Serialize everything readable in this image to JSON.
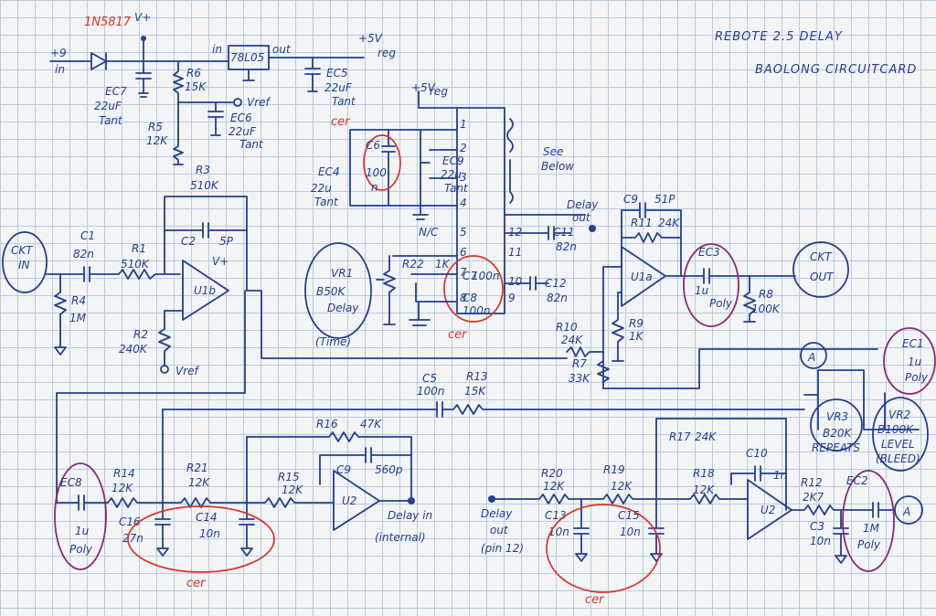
{
  "title": {
    "line1": "REBOTE 2.5 DELAY",
    "line2": "BAOLONG CIRCUITCARD"
  },
  "supply": {
    "vin": "+9",
    "vin2": "in",
    "vplus": "V+",
    "diode": "1N5817",
    "ec7": "EC7",
    "ec7v": "22uF",
    "ec7t": "Tant",
    "r6": "R6",
    "r6v": "15K",
    "r5": "R5",
    "r5v": "12K",
    "reg": "78L05",
    "reg_in": "in",
    "reg_out": "out",
    "ec5": "EC5",
    "ec5v": "22uF",
    "ec5t": "Tant",
    "vreg": "+5V",
    "vreg2": "reg",
    "vref": "Vref",
    "ec6": "EC6",
    "ec6v": "22uF",
    "ec6t": "Tant"
  },
  "ic": {
    "vreg": "+5V",
    "vreg2": "reg",
    "ec4": "EC4",
    "ec4v": "22u",
    "ec4t": "Tant",
    "c6": "C6",
    "c6v": "100",
    "c6u": "n",
    "ec9": "EC9",
    "ec9v": "22u",
    "ec9t": "Tant",
    "see": "See",
    "below": "Below",
    "nc": "N/C",
    "pins": [
      "1",
      "2",
      "3",
      "4",
      "5",
      "6",
      "7",
      "8",
      "9",
      "10",
      "11",
      "12"
    ],
    "c7": "C7",
    "c7v": "100n",
    "c8": "C8",
    "c8v": "100n",
    "r22": "R22",
    "r22v": "1K",
    "vr1": "VR1",
    "vr1v": "B50K",
    "vr1n": "Delay",
    "vr1t": "(Time)",
    "c11": "C11",
    "c11v": "82n",
    "c12": "C12",
    "c12v": "82n",
    "delayout": "Delay",
    "delayout2": "out",
    "cer": "cer"
  },
  "input": {
    "ckt_in": "CKT",
    "ckt_in2": "IN",
    "c1": "C1",
    "c1v": "82n",
    "r1": "R1",
    "r1v": "510K",
    "r4": "R4",
    "r4v": "1M",
    "r3": "R3",
    "r3v": "510K",
    "c2": "C2",
    "c2v": "5P",
    "u1b": "U1b",
    "vplus": "V+",
    "r2": "R2",
    "r2v": "240K",
    "vref": "Vref"
  },
  "output": {
    "c9": "C9",
    "c9v": "51P",
    "r11": "R11",
    "r11v": "24K",
    "u1a": "U1a",
    "ec3": "EC3",
    "ec3v": "1u",
    "ec3p": "Poly",
    "r8": "R8",
    "r8v": "100K",
    "ckt_out": "CKT",
    "ckt_out2": "OUT",
    "r10": "R10",
    "r10v": "24K",
    "r9": "R9",
    "r9v": "1K",
    "r7": "R7",
    "r7v": "33K"
  },
  "feedback": {
    "a": "A",
    "ec1": "EC1",
    "ec1v": "1u",
    "ec1p": "Poly",
    "vr3": "VR3",
    "vr3v": "B20K",
    "vr3n": "REPEATS",
    "vr2": "VR2",
    "vr2v": "B100K",
    "vr2n": "LEVEL",
    "vr2b": "(BLEED)",
    "c5": "C5",
    "c5v": "100n",
    "r13": "R13",
    "r13v": "15K"
  },
  "filter": {
    "ec8": "EC8",
    "ec8v": "1u",
    "ec8p": "Poly",
    "r14": "R14",
    "r14v": "12K",
    "c16": "C16",
    "c16v": "27n",
    "r21": "R21",
    "r21v": "12K",
    "c14": "C14",
    "c14v": "10n",
    "r16": "R16",
    "r16v": "47K",
    "r15": "R15",
    "r15v": "12K",
    "c9b": "C9",
    "c9bv": "560p",
    "u2": "U2",
    "delayin": "Delay in",
    "internal": "(internal)",
    "cer": "cer"
  },
  "filter2": {
    "delayout": "Delay",
    "out2": "out",
    "pin12": "(pin 12)",
    "r20": "R20",
    "r20v": "12K",
    "r19": "R19",
    "r19v": "12K",
    "c13": "C13",
    "c13v": "10n",
    "c15": "C15",
    "c15v": "10n",
    "r17": "R17",
    "r17v": "24K",
    "r18": "R18",
    "r18v": "12K",
    "c10": "C10",
    "c10v": "1n",
    "u2b": "U2",
    "r12": "R12",
    "r12v": "2K7",
    "c3": "C3",
    "c3v": "10n",
    "ec2": "EC2",
    "ec2v": "1M",
    "ec2p": "Poly",
    "a": "A",
    "cer": "cer"
  }
}
